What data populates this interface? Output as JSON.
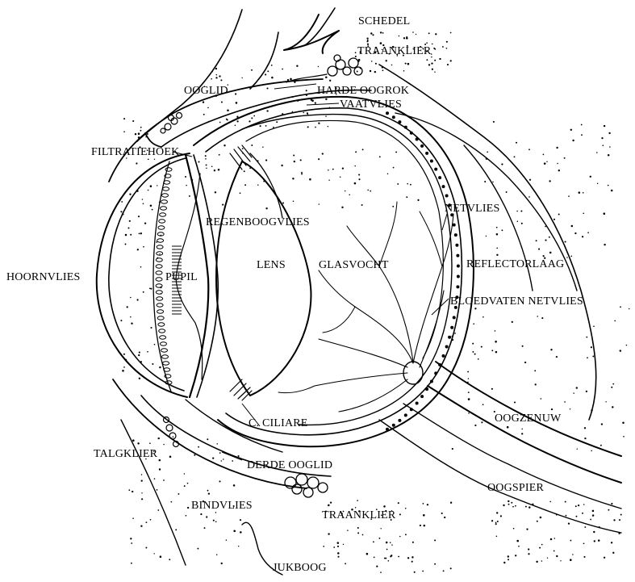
{
  "labels": {
    "schedel": "SCHEDEL",
    "traanklier_top": "TRAANKLIER",
    "ooglid": "OOGLID",
    "harde_oogrok": "HARDE OOGROK",
    "vaatvlies": "VAATVLIES",
    "filtratiehoek": "FILTRATIEHOEK",
    "netvlies": "NETVLIES",
    "regenboogvlies": "REGENBOOGVLIES",
    "reflectorlaag": "REFLECTORLAAG",
    "hoornvlies": "HOORNVLIES",
    "pupil": "PUPIL",
    "lens": "LENS",
    "glasvocht": "GLASVOCHT",
    "bloedvaten_netvlies": "BLOEDVATEN NETVLIES",
    "oogzenuw": "OOGZENUW",
    "c_ciliare": "C. CILIARE",
    "talgklier": "TALGKLIER",
    "derde_ooglid": "DERDE OOGLID",
    "oogspier": "OOGSPIER",
    "bindvlies": "BINDVLIES",
    "traanklier_bottom": "TRAANKLIER",
    "jukboog": "JUKBOOG"
  },
  "colors": {
    "ink": "#000000",
    "paper": "#ffffff"
  }
}
